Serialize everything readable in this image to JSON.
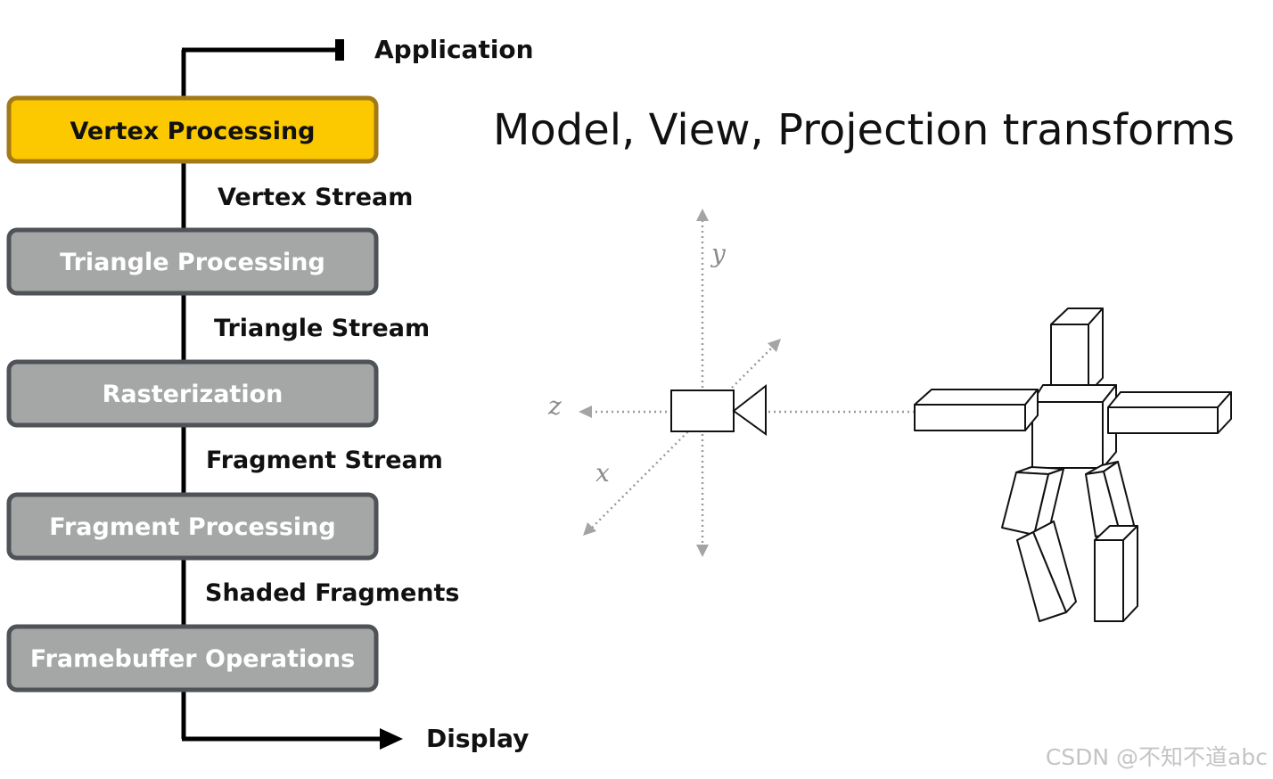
{
  "pipeline": {
    "input_label": "Application",
    "output_label": "Display",
    "stages": [
      {
        "label": "Vertex Processing",
        "active": true
      },
      {
        "label": "Triangle Processing",
        "active": false
      },
      {
        "label": "Rasterization",
        "active": false
      },
      {
        "label": "Fragment Processing",
        "active": false
      },
      {
        "label": "Framebuffer Operations",
        "active": false
      }
    ],
    "streams": [
      "Vertex Stream",
      "Triangle Stream",
      "Fragment Stream",
      "Shaded Fragments"
    ]
  },
  "heading": "Model, View, Projection transforms",
  "axes": {
    "y": "y",
    "z": "z",
    "x": "x"
  },
  "watermark": "CSDN @不知不道abc",
  "colors": {
    "active_fill": "#fcc800",
    "active_border": "#a47a18",
    "inactive_fill": "#a4a7a5",
    "inactive_border": "#4f5256",
    "inactive_text": "#ffffff",
    "active_text": "#111111",
    "axis": "#9a9a9a"
  }
}
